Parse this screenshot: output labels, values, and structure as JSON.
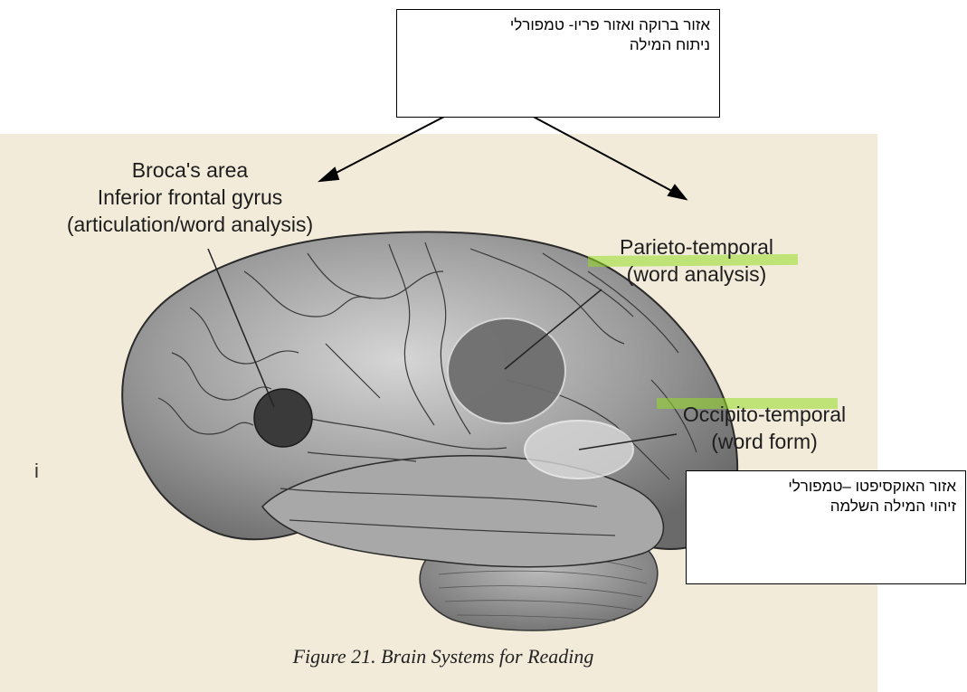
{
  "callouts": {
    "top": {
      "line1": "אזור ברוקה ואזור פריו- טמפורלי",
      "line2": "ניתוח המילה"
    },
    "bottom": {
      "line1": "אזור האוקסיפטו –טמפורלי",
      "line2": "זיהוי המילה השלמה"
    }
  },
  "labels": {
    "broca": {
      "line1": "Broca's area",
      "line2": "Inferior frontal gyrus",
      "line3": "(articulation/word analysis)"
    },
    "parieto": {
      "line1": "Parieto-temporal",
      "line2": "(word analysis)"
    },
    "occipito": {
      "line1": "Occipito-temporal",
      "line2": "(word form)"
    }
  },
  "caption": "Figure 21. Brain Systems for Reading",
  "colors": {
    "page": "#f3ebd9",
    "highlight": "#96dc28",
    "region_dark": "#3a3a3a",
    "region_mid": "#6e6e6e",
    "region_light": "#d8d8d8"
  }
}
